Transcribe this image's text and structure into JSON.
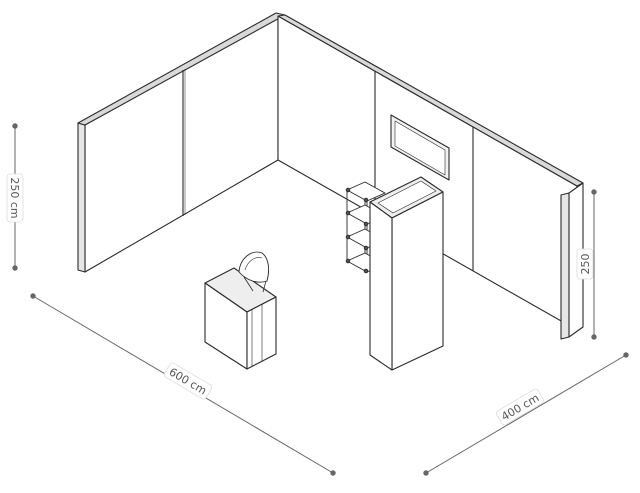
{
  "dimensions": {
    "height_left": "250 cm",
    "width": "600 cm",
    "depth": "400 cm",
    "height_right": "250"
  },
  "colors": {
    "line": "#2a2a2a",
    "dimension_line": "#666666",
    "label_bg": "#ffffff",
    "label_border": "#dddddd"
  }
}
